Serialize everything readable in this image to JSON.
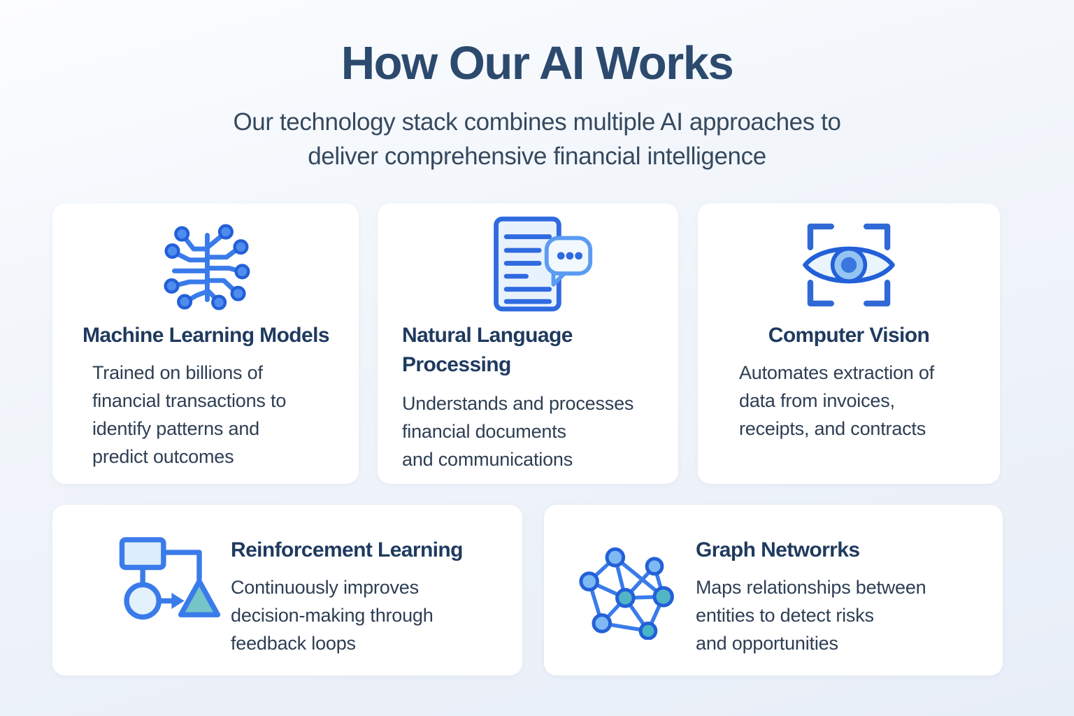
{
  "header": {
    "title": "How Our AI Works",
    "subtitle": "Our technology stack combines multiple AI approaches to\ndeliver comprehensive financial intelligence"
  },
  "cards": {
    "ml": {
      "title": "Machine Learning Models",
      "description": "Trained on billions of\nfinancial transactions to\nidentify patterns and\npredict outcomes",
      "icon": "circuit-board-icon"
    },
    "nlp": {
      "title": "Natural Language\nProcessing",
      "description": "Understands and processes\nfinancial documents\nand communications",
      "icon": "document-chat-icon"
    },
    "cv": {
      "title": "Computer Vision",
      "description": "Automates extraction of\ndata from invoices,\nreceipts, and contracts",
      "icon": "eye-scan-icon"
    },
    "rl": {
      "title": "Reinforcement Learning",
      "description": "Continuously improves\ndecision-making through\nfeedback loops",
      "icon": "flowchart-icon"
    },
    "graph": {
      "title": "Graph Networrks",
      "description": "Maps relationships between\nentities to detect risks\nand opportunities",
      "icon": "network-graph-icon"
    }
  },
  "colors": {
    "title_navy": "#2c4a6e",
    "heading_navy": "#1f3a5f",
    "body_slate": "#2e3e53",
    "icon_stroke_blue": "#3a7bea",
    "icon_ring_blue": "#2360d8",
    "node_light_blue": "#7fb9f4",
    "node_teal": "#52b5c7",
    "triangle_teal": "#76c5c9",
    "icon_light_fill": "#e8f2fd",
    "page_bg_top": "#fcfdff",
    "page_bg_bottom": "#e8eef8",
    "card_bg": "#ffffff"
  }
}
